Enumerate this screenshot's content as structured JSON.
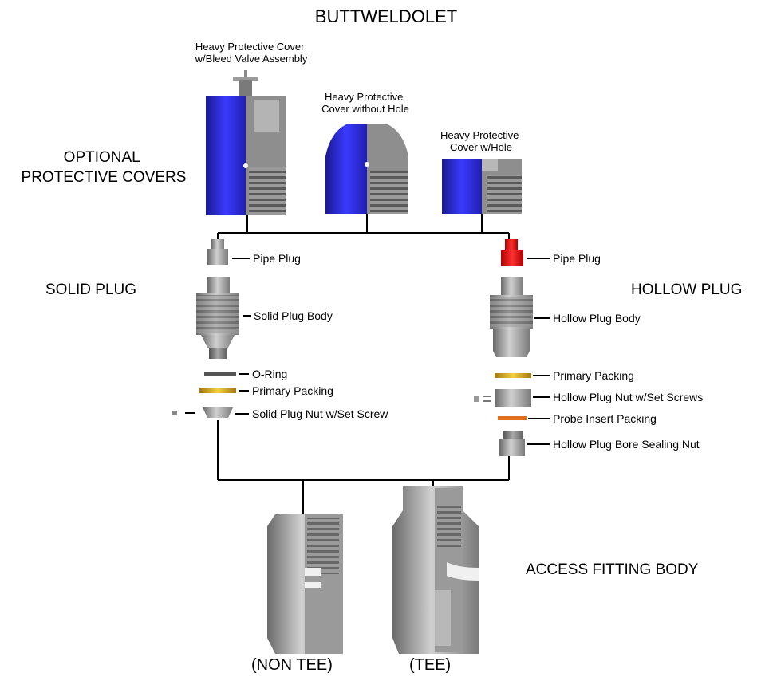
{
  "title": "BUTTWELDOLET",
  "sections": {
    "optional_covers": [
      "OPTIONAL",
      "PROTECTIVE COVERS"
    ],
    "solid_plug": "SOLID PLUG",
    "hollow_plug": "HOLLOW PLUG",
    "access_fitting_body": "ACCESS FITTING BODY"
  },
  "covers": {
    "bleed_valve": [
      "Heavy Protective Cover",
      "w/Bleed Valve Assembly"
    ],
    "without_hole": [
      "Heavy Protective",
      "Cover without Hole"
    ],
    "with_hole": [
      "Heavy Protective",
      "Cover w/Hole"
    ]
  },
  "solid_parts": {
    "pipe_plug": "Pipe Plug",
    "body": "Solid Plug Body",
    "o_ring": "O-Ring",
    "primary_packing": "Primary Packing",
    "nut": "Solid Plug Nut w/Set Screw"
  },
  "hollow_parts": {
    "pipe_plug": "Pipe Plug",
    "body": "Hollow Plug Body",
    "primary_packing": "Primary Packing",
    "nut": "Hollow Plug Nut w/Set Screws",
    "probe_packing": "Probe Insert Packing",
    "bore_nut": "Hollow Plug Bore Sealing Nut"
  },
  "bodies": {
    "non_tee": "(NON TEE)",
    "tee": "(TEE)"
  },
  "colors": {
    "cover_blue": "#2b2bd8",
    "metal_gray": "#8c8c8c",
    "packing_gold": "#e0b020",
    "plug_red": "#e01818"
  }
}
